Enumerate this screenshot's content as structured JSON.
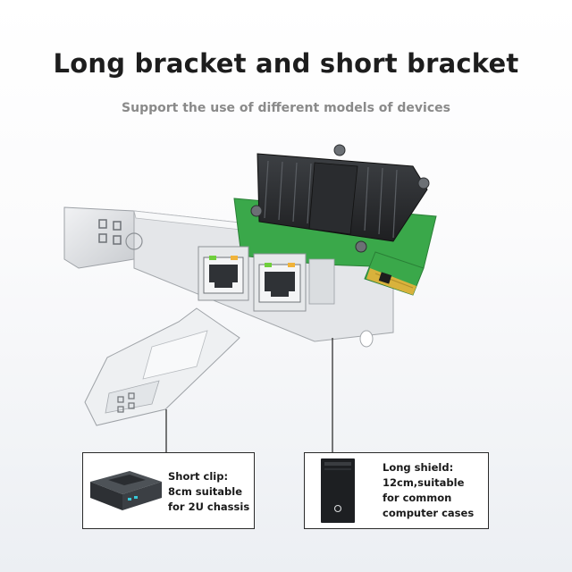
{
  "title": "Long bracket and short bracket",
  "subtitle": "Support the use of different models of devices",
  "short_clip": {
    "lines": [
      "Short clip:",
      "8cm suitable",
      "for 2U chassis"
    ],
    "device_icon": "mini-pc-icon"
  },
  "long_shield": {
    "lines": [
      "Long shield:",
      "12cm,suitable",
      "for common",
      "computer cases"
    ],
    "device_icon": "tower-pc-icon"
  },
  "product_icon": "network-card-icon",
  "colors": {
    "pcb": "#3aa84a",
    "heatsink": "#2b2d30",
    "bracket": "#d9dcdf"
  }
}
